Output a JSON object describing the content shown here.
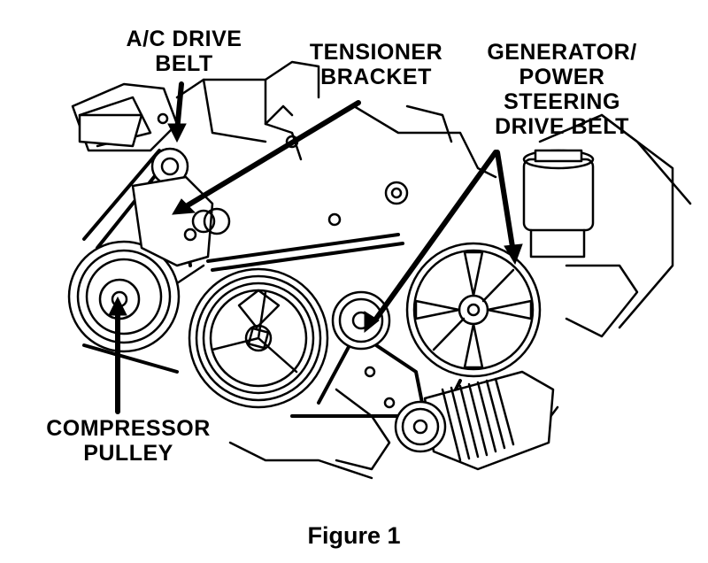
{
  "labels": {
    "ac_drive_belt": [
      "A/C DRIVE",
      "BELT"
    ],
    "tensioner_bracket": [
      "TENSIONER",
      "BRACKET"
    ],
    "generator_belt": [
      "GENERATOR/",
      "POWER",
      "STEERING",
      "DRIVE BELT"
    ],
    "compressor_pulley": [
      "COMPRESSOR",
      "PULLEY"
    ]
  },
  "caption": "Figure 1",
  "colors": {
    "ink": "#000000",
    "paper": "#ffffff"
  }
}
